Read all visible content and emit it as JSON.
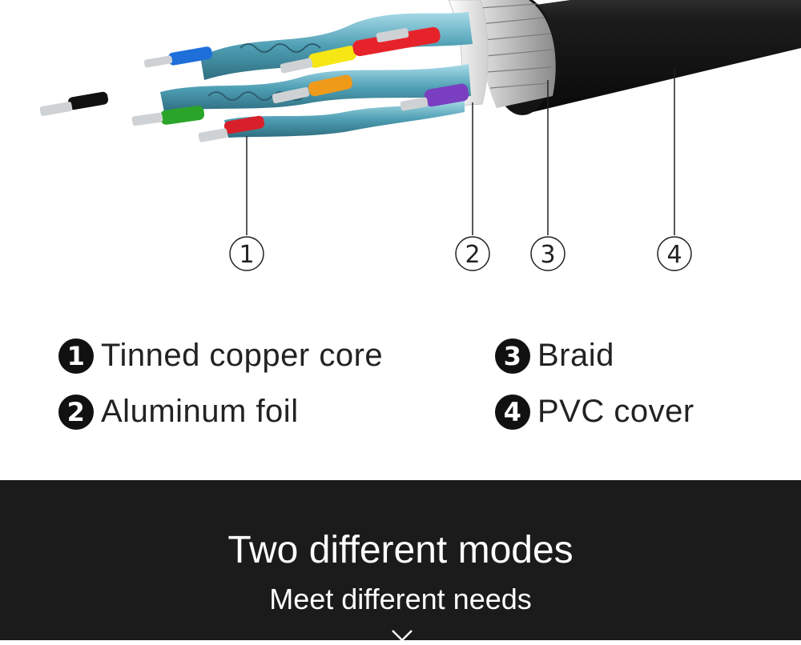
{
  "callouts": [
    "1",
    "2",
    "3",
    "4"
  ],
  "legend": [
    {
      "num": "1",
      "label": "Tinned copper core"
    },
    {
      "num": "2",
      "label": "Aluminum foil"
    },
    {
      "num": "3",
      "label": "Braid"
    },
    {
      "num": "4",
      "label": "PVC cover"
    }
  ],
  "banner": {
    "title": "Two different modes",
    "subtitle": "Meet different needs"
  },
  "icons": [
    "chevron-down-icon"
  ],
  "colors": {
    "band_background": "#1b1b1b",
    "wire_colors": [
      "#1e6fd9",
      "#f5e614",
      "#e6232a",
      "#f09a1a",
      "#7a3fc0",
      "#2aa52a",
      "#d8202a",
      "#111111"
    ]
  }
}
